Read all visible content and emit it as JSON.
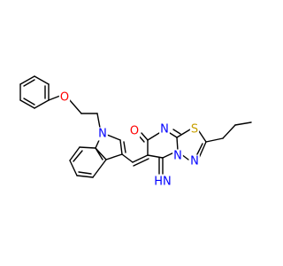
{
  "molecule": {
    "atoms": [
      {
        "id": "O_ether",
        "label": "O",
        "color": "#ff0000"
      },
      {
        "id": "N_indole",
        "label": "N",
        "color": "#0000ff"
      },
      {
        "id": "O_carbonyl",
        "label": "O",
        "color": "#ff0000"
      },
      {
        "id": "N_ring_top",
        "label": "N",
        "color": "#0000ff"
      },
      {
        "id": "S_ring",
        "label": "S",
        "color": "#c8a000"
      },
      {
        "id": "N_bridge",
        "label": "N",
        "color": "#0000ff"
      },
      {
        "id": "N_triazole",
        "label": "N",
        "color": "#0000ff"
      },
      {
        "id": "NH_imine",
        "label": "HN",
        "color": "#0000ff"
      }
    ]
  }
}
